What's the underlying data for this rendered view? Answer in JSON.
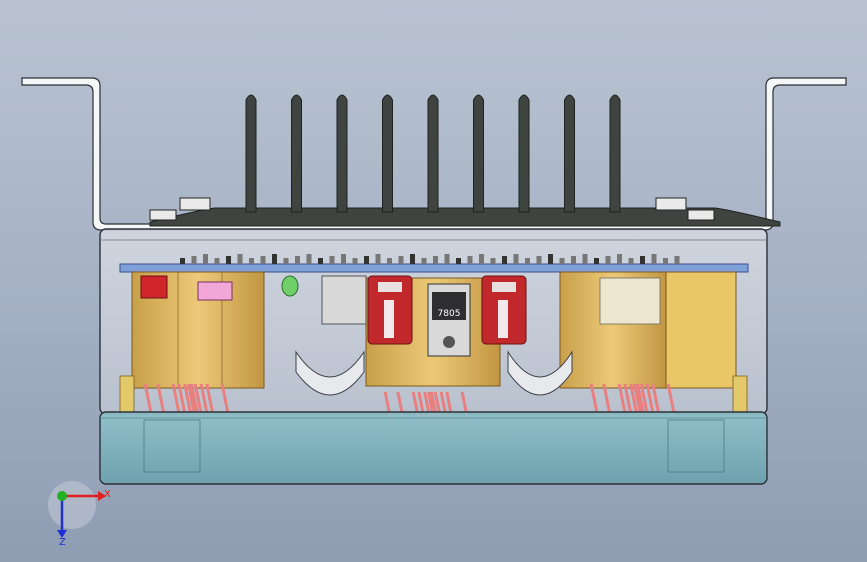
{
  "viewport": {
    "background_top": "#b9c3d2",
    "background_bottom": "#8f9db3"
  },
  "model": {
    "regulator_label": "7805"
  },
  "triad": {
    "x_label": "X",
    "z_label": "Z",
    "x_color": "#e02020",
    "z_color": "#2030d0",
    "y_color": "#20b020"
  },
  "colors": {
    "heatsink": "#3f4440",
    "bracket_fill": "#f6f7f8",
    "enclosure_fill": "#c8cdd6",
    "lid_fill": "#7fb3bd",
    "pcb": "#7f9fd8",
    "transformer_gold": "#d9b15a",
    "capacitor_red": "#c0282c",
    "toroid_pink": "#e88080"
  }
}
